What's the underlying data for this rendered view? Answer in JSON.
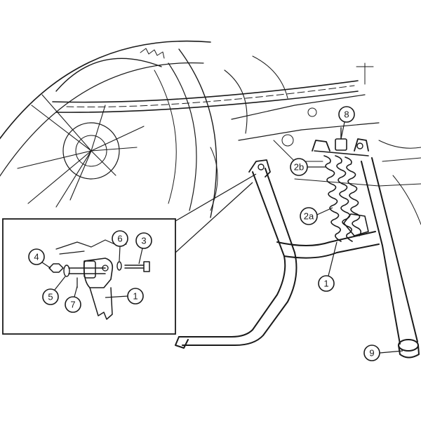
{
  "colors": {
    "ink": "#1a1a1a",
    "paper": "#ffffff"
  },
  "callouts": {
    "main_1": "1",
    "spring_2a": "2a",
    "spring_2b": "2b",
    "bolt_8": "8",
    "foot_9": "9"
  },
  "inset_callouts": {
    "nut_4": "4",
    "washer_5": "5",
    "pin_7": "7",
    "washer_6": "6",
    "bolt_3": "3",
    "stand_1": "1"
  }
}
